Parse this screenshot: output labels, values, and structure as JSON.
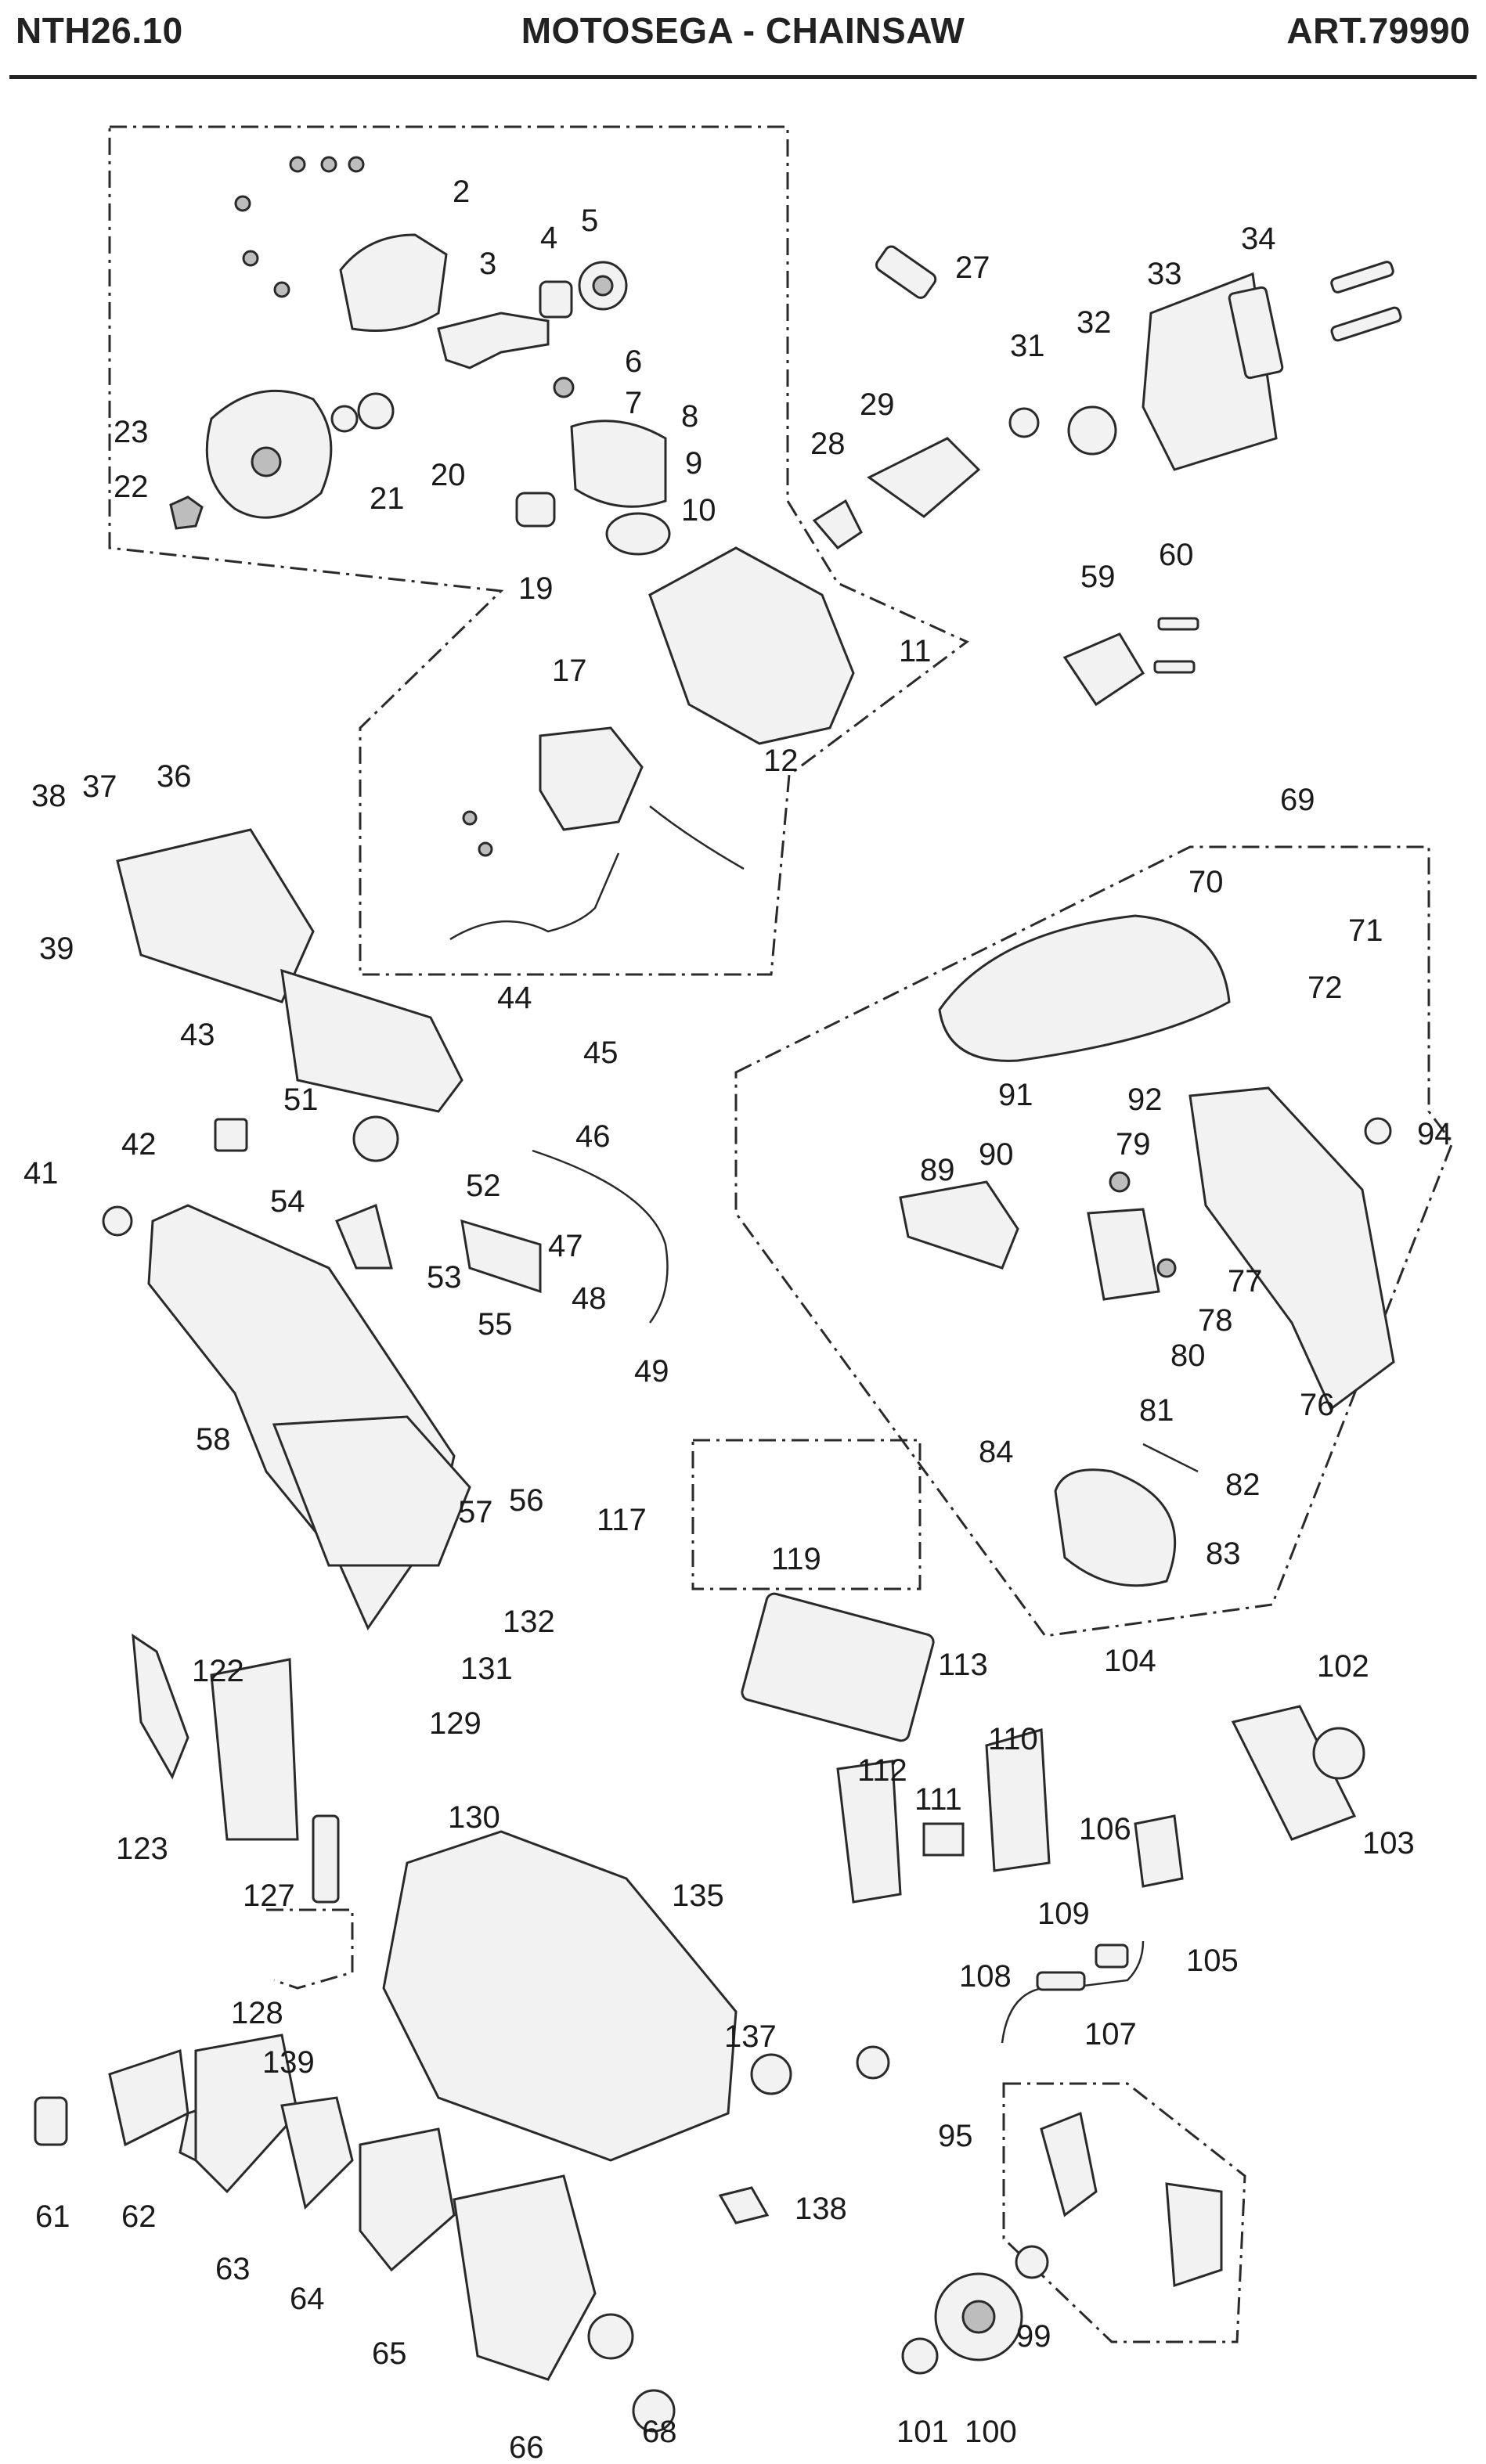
{
  "header": {
    "model": "NTH26.10",
    "title": "MOTOSEGA - CHAINSAW",
    "article": "ART.79990"
  },
  "callouts": [
    "2",
    "3",
    "4",
    "5",
    "6",
    "7",
    "8",
    "9",
    "10",
    "11",
    "12",
    "17",
    "19",
    "20",
    "21",
    "22",
    "23",
    "27",
    "28",
    "29",
    "31",
    "32",
    "33",
    "34",
    "36",
    "37",
    "38",
    "39",
    "41",
    "42",
    "43",
    "44",
    "45",
    "46",
    "47",
    "48",
    "49",
    "51",
    "52",
    "53",
    "54",
    "55",
    "56",
    "57",
    "58",
    "59",
    "60",
    "61",
    "62",
    "63",
    "64",
    "65",
    "66",
    "68",
    "69",
    "70",
    "71",
    "72",
    "76",
    "77",
    "78",
    "79",
    "80",
    "81",
    "82",
    "83",
    "84",
    "89",
    "90",
    "91",
    "92",
    "94",
    "95",
    "99",
    "100",
    "101",
    "102",
    "103",
    "104",
    "105",
    "106",
    "107",
    "108",
    "109",
    "110",
    "111",
    "112",
    "113",
    "117",
    "119",
    "122",
    "123",
    "127",
    "128",
    "129",
    "130",
    "131",
    "132",
    "135",
    "137",
    "138",
    "139"
  ]
}
